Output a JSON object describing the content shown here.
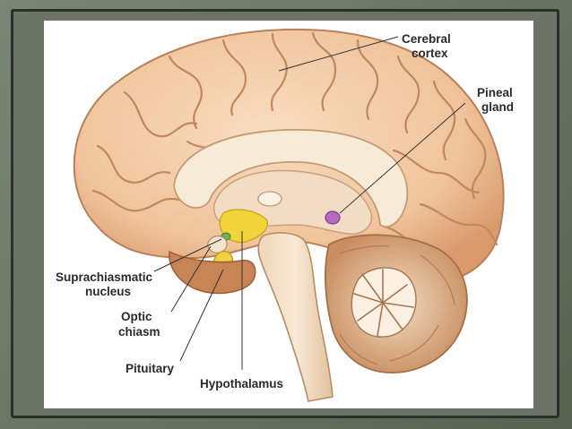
{
  "labels": {
    "cerebral_cortex": [
      "Cerebral",
      "cortex"
    ],
    "pineal_gland": [
      "Pineal",
      "gland"
    ],
    "suprachiasmatic_nucleus": [
      "Suprachiasmatic",
      "nucleus"
    ],
    "optic_chiasm": [
      "Optic",
      "chiasm"
    ],
    "pituitary": "Pituitary",
    "hypothalamus": "Hypothalamus"
  },
  "colors": {
    "frame": "#5f6b5f",
    "cortex": "#f2c9a3",
    "cortex_outline": "#b9805a",
    "corpus_callosum": "#f7ead6",
    "hypothalamus": "#f1d33a",
    "pineal": "#b56bc2",
    "cerebellum": "#e9cfb6",
    "brainstem": "#f4dfc4",
    "leader_line": "#333333"
  }
}
